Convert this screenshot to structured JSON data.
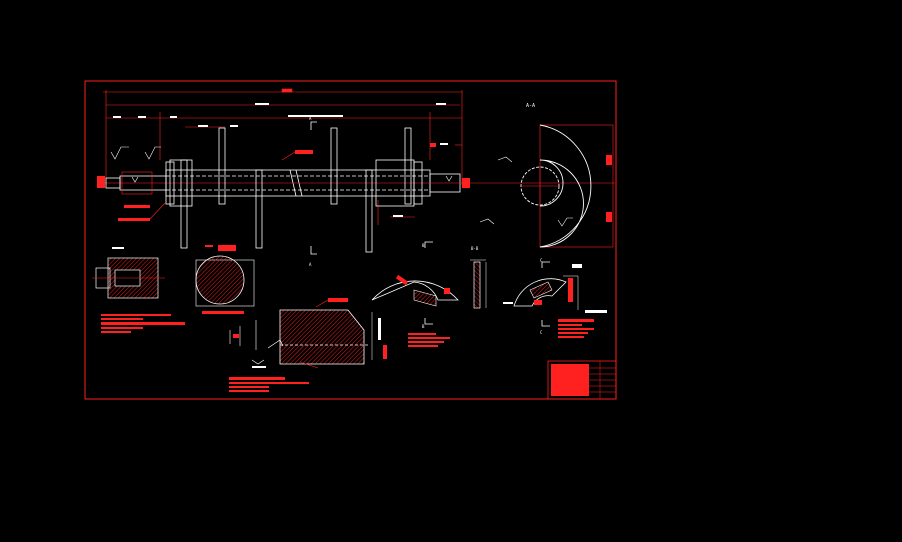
{
  "drawing": {
    "section_labels": {
      "aa": "A-A",
      "bb": "B-B",
      "a": "A",
      "b": "B",
      "c": "C"
    },
    "colors": {
      "background": "#000000",
      "frame": "#ff2020",
      "line": "#ffffff",
      "hatch": "#ff2020"
    }
  }
}
